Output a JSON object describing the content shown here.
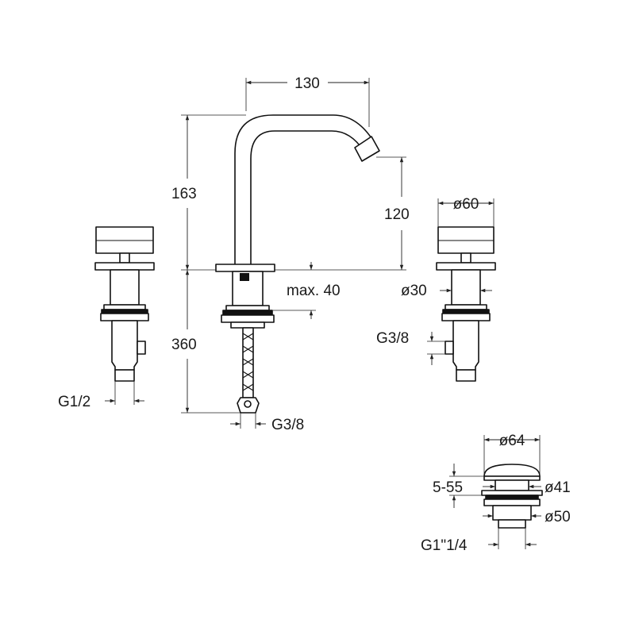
{
  "dimensions": {
    "spout_reach": "130",
    "spout_height": "163",
    "outlet_height": "120",
    "handle_diameter": "ø60",
    "deck_thickness": "max. 40",
    "body_diameter": "ø30",
    "below_deck": "360",
    "hose_connection": "G3/8",
    "valve_outlet": "G3/8",
    "valve_inlet": "G1/2",
    "waste_cap_diameter": "ø64",
    "waste_range": "5-55",
    "waste_body_diameter": "ø41",
    "waste_nut_diameter": "ø50",
    "waste_thread": "G1\"1/4"
  },
  "colors": {
    "line": "#111111",
    "background": "#ffffff"
  }
}
